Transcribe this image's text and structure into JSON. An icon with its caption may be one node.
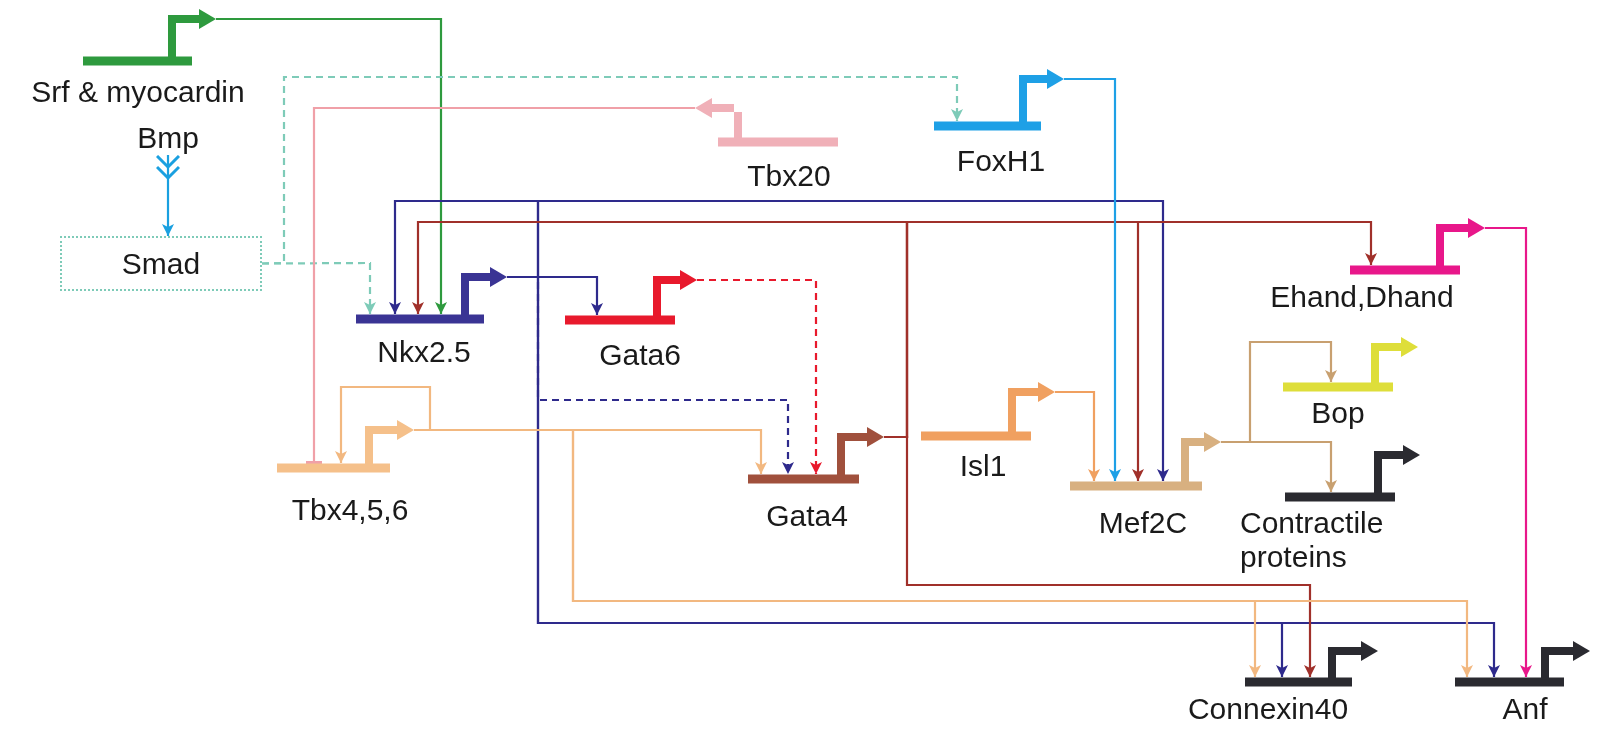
{
  "diagram": {
    "nodes": [
      {
        "text": [
          "Srf & myocardin"
        ]
      },
      {
        "text": [
          "Bmp"
        ]
      },
      {
        "text": [
          "Smad"
        ]
      },
      {
        "text": [
          "Tbx20"
        ]
      },
      {
        "text": [
          "FoxH1"
        ]
      },
      {
        "text": [
          "Nkx2.5"
        ]
      },
      {
        "text": [
          "Gata6"
        ]
      },
      {
        "text": [
          "Ehand,Dhand"
        ]
      },
      {
        "text": [
          "Tbx4,5,6"
        ]
      },
      {
        "text": [
          "Gata4"
        ]
      },
      {
        "text": [
          "Isl1"
        ]
      },
      {
        "text": [
          "Mef2C"
        ]
      },
      {
        "text": [
          "Bop"
        ]
      },
      {
        "text": [
          "Contractile proteins"
        ]
      },
      {
        "text": [
          "Connexin40"
        ]
      },
      {
        "text": [
          "Anf"
        ]
      }
    ],
    "edges": [
      {
        "from": 0,
        "to": 5,
        "arrow": "to",
        "color": "#2e9a3e"
      },
      {
        "from": 1,
        "to": 2,
        "arrow": "to",
        "color": "#1aa0e0"
      },
      {
        "from": 2,
        "to": 5,
        "arrow": "to",
        "style": "dashed",
        "color": "#7ecbb8"
      },
      {
        "from": 2,
        "to": 4,
        "arrow": "to",
        "style": "dashed",
        "color": "#7ecbb8"
      },
      {
        "from": 3,
        "to": 8,
        "arrow": "other",
        "color": "#f0a0a8"
      },
      {
        "from": 5,
        "to": 5,
        "arrow": "to",
        "color": "#2e2a8c"
      },
      {
        "from": 5,
        "to": 6,
        "arrow": "to",
        "color": "#2e2a8c"
      },
      {
        "from": 5,
        "to": 9,
        "arrow": "to",
        "style": "dashed",
        "color": "#2e2a8c"
      },
      {
        "from": 5,
        "to": 11,
        "arrow": "to",
        "color": "#2e2a8c"
      },
      {
        "from": 5,
        "to": 14,
        "arrow": "to",
        "color": "#2e2a8c"
      },
      {
        "from": 5,
        "to": 15,
        "arrow": "to",
        "color": "#2e2a8c"
      },
      {
        "from": 9,
        "to": 5,
        "arrow": "to",
        "color": "#a0302a"
      },
      {
        "from": 9,
        "to": 7,
        "arrow": "to",
        "color": "#a0302a"
      },
      {
        "from": 9,
        "to": 11,
        "arrow": "to",
        "color": "#a0302a"
      },
      {
        "from": 9,
        "to": 14,
        "arrow": "to",
        "color": "#a0302a"
      },
      {
        "from": 6,
        "to": 9,
        "arrow": "to",
        "style": "dashed",
        "color": "#e8192c"
      },
      {
        "from": 4,
        "to": 11,
        "arrow": "to",
        "color": "#1ea0e6"
      },
      {
        "from": 7,
        "to": 15,
        "arrow": "to",
        "color": "#e8178a"
      },
      {
        "from": 8,
        "to": 8,
        "arrow": "to",
        "color": "#f2b880"
      },
      {
        "from": 8,
        "to": 9,
        "arrow": "to",
        "color": "#f2b880"
      },
      {
        "from": 8,
        "to": 14,
        "arrow": "to",
        "color": "#f2b880"
      },
      {
        "from": 8,
        "to": 15,
        "arrow": "to",
        "color": "#f2b880"
      },
      {
        "from": 10,
        "to": 11,
        "arrow": "to",
        "color": "#f0a060"
      },
      {
        "from": 11,
        "to": 12,
        "arrow": "to",
        "color": "#c8a070"
      },
      {
        "from": 11,
        "to": 13,
        "arrow": "to",
        "color": "#c8a070"
      }
    ]
  }
}
